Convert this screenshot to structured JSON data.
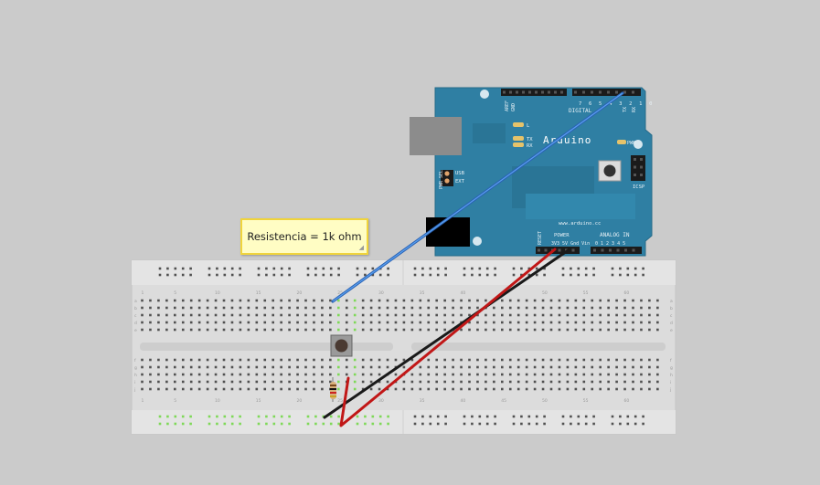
{
  "note": {
    "text": "Resistencia = 1k ohm"
  },
  "arduino": {
    "brand": "Arduino",
    "url": "www.arduino.cc",
    "digital_label": "DIGITAL",
    "analog_label": "ANALOG IN",
    "power_label": "POWER",
    "icsp_label": "ICSP",
    "pwm_label": "PWM",
    "l_label": "L",
    "tx_label": "TX",
    "rx_label": "RX",
    "usb_label": "USB",
    "ext_label": "EXT",
    "pwr_sel_label": "PWR SEL",
    "reset_label": "RESET",
    "aref_label": "AREF",
    "gnd_label": "GND",
    "power_pins": "3V3 5V Gnd Vin",
    "analog_pins": "0 1 2 3 4 5",
    "digital_pins": "7 6 5 4 3 2 1 0"
  },
  "breadboard": {
    "rows_top": [
      "a",
      "b",
      "c",
      "d",
      "e"
    ],
    "rows_bottom": [
      "f",
      "g",
      "h",
      "i",
      "j"
    ],
    "col_numbers": [
      "1",
      "5",
      "10",
      "15",
      "20",
      "25",
      "30",
      "35",
      "40",
      "45",
      "50",
      "55",
      "60"
    ]
  },
  "colors": {
    "board": "#2e7fa3",
    "wire_signal": "#3b7fd6",
    "wire_power": "#d21e1e",
    "wire_ground": "#1a1a1a",
    "breadboard": "#dedede",
    "highlight": "#7ed957"
  },
  "components": {
    "button_icon": "pushbutton-icon",
    "resistor_icon": "resistor-icon"
  }
}
